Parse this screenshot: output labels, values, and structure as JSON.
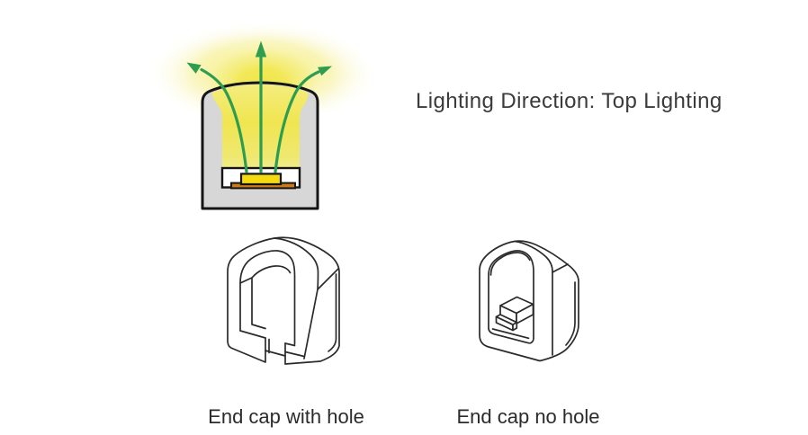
{
  "diagram": {
    "heading": "Lighting Direction: Top Lighting",
    "caps": [
      {
        "label": "End cap with hole"
      },
      {
        "label": "End cap no hole"
      }
    ],
    "colors": {
      "glow_yellow": "#f0e548",
      "cavity_yellow": "#f0e551",
      "led_yellow": "#f4da12",
      "pcb_orange": "#ca7a16",
      "body_gray": "#d7d7d7",
      "arrow_green": "#2e9d4f",
      "outline_black": "#151515",
      "lineart_gray": "#2b2b2b",
      "text_color": "#3b3b3b"
    }
  }
}
